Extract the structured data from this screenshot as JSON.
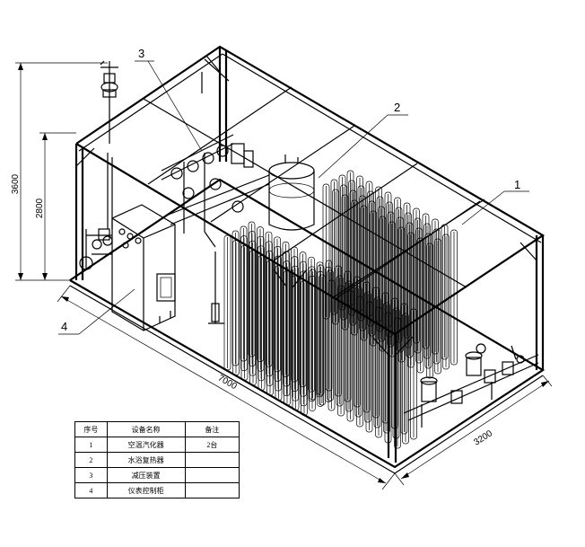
{
  "callouts": [
    {
      "label": "1"
    },
    {
      "label": "2"
    },
    {
      "label": "3"
    },
    {
      "label": "4"
    }
  ],
  "dimensions": {
    "overall_height": "3600",
    "frame_height": "2800",
    "length": "7000",
    "width": "3200"
  },
  "table": {
    "headers": [
      "序号",
      "设备名称",
      "备注"
    ],
    "rows": [
      [
        "1",
        "空温汽化器",
        "2台"
      ],
      [
        "2",
        "水浴复热器",
        ""
      ],
      [
        "3",
        "减压装置",
        ""
      ],
      [
        "4",
        "仪表控制柜",
        ""
      ]
    ]
  }
}
